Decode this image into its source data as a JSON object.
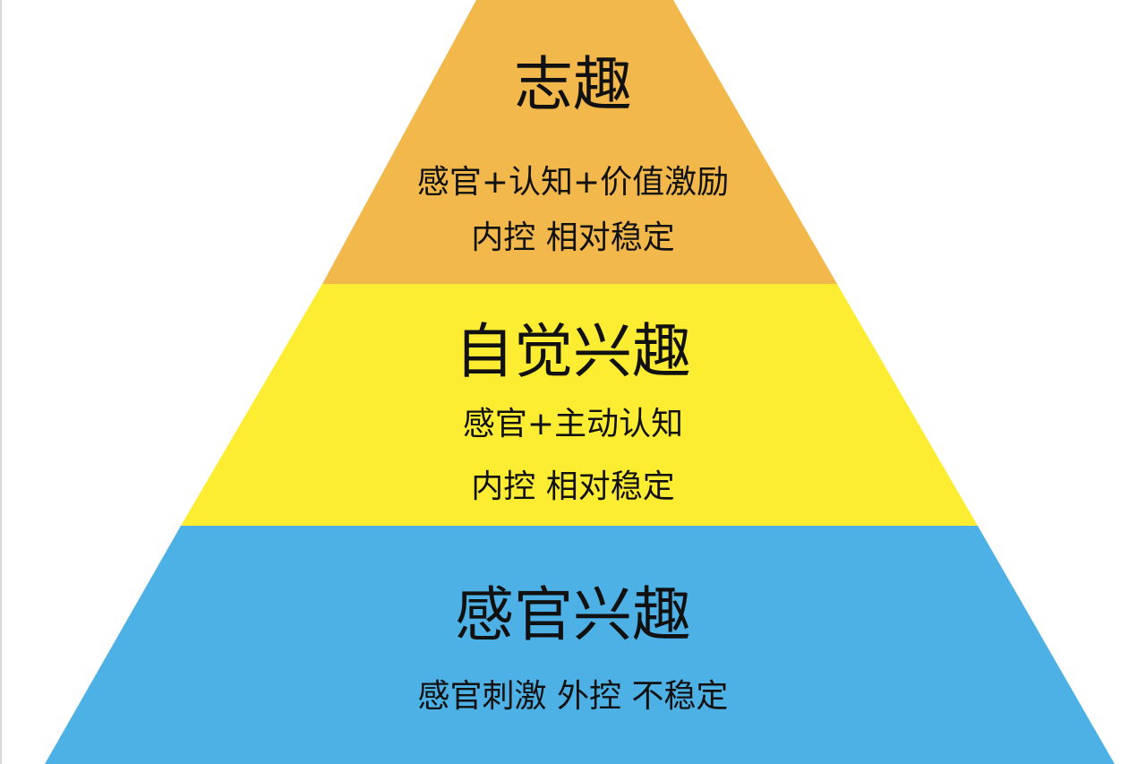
{
  "tiers": [
    {
      "title": "志趣",
      "lines": [
        "感官+认知+价值激励",
        "内控  相对稳定"
      ],
      "color": "#F2B84B"
    },
    {
      "title": "自觉兴趣",
      "lines": [
        "感官+主动认知",
        "内控  相对稳定"
      ],
      "color": "#FDED32"
    },
    {
      "title": "感官兴趣",
      "lines": [
        "感官刺激  外控  不稳定"
      ],
      "color": "#4DB1E6"
    }
  ]
}
